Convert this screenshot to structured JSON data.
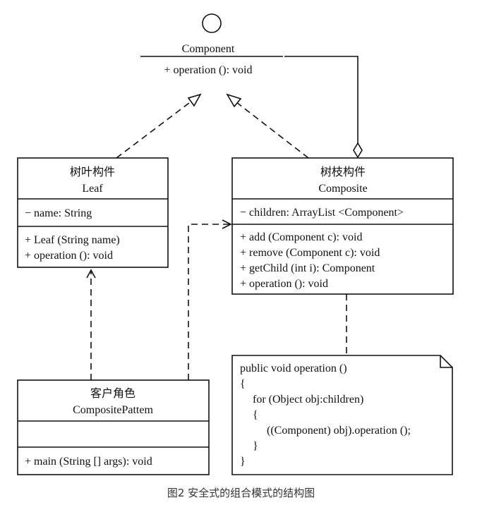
{
  "component": {
    "name": "Component",
    "op": "+ operation (): void"
  },
  "leaf": {
    "cn_name": "树叶构件",
    "name": "Leaf",
    "attr": "− name: String",
    "ops": [
      "+ Leaf (String name)",
      "+ operation (): void"
    ]
  },
  "composite": {
    "cn_name": "树枝构件",
    "name": "Composite",
    "attr": "− children: ArrayList <Component>",
    "ops": [
      "+ add (Component c): void",
      "+ remove (Component c): void",
      "+ getChild (int i): Component",
      "+ operation (): void"
    ]
  },
  "client": {
    "cn_name": "客户角色",
    "name": "CompositePattem",
    "op": "+ main (String [] args): void"
  },
  "note": {
    "lines": [
      "public void operation ()",
      "{",
      "for (Object obj:children)",
      "{",
      "((Component) obj).operation ();",
      "}",
      "}"
    ]
  },
  "caption": "图2 安全式的组合模式的结构图"
}
